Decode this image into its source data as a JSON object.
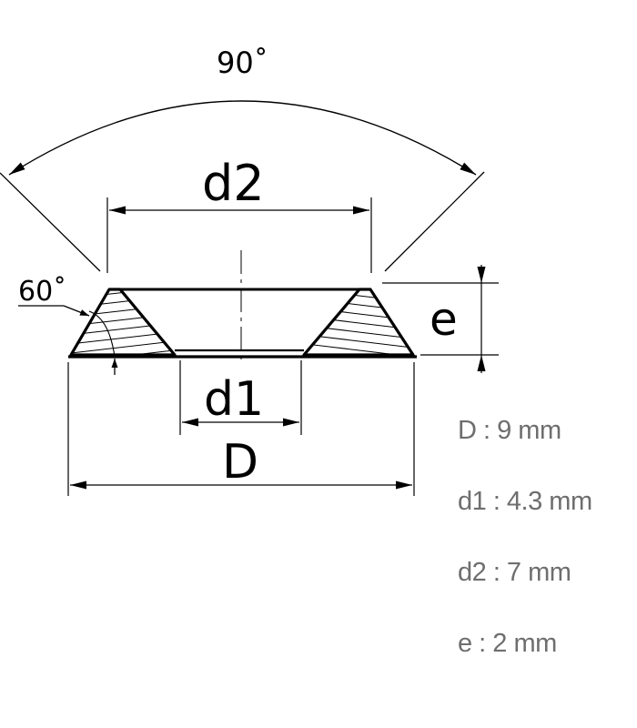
{
  "diagram": {
    "title": "Countersunk washer dimension drawing",
    "labels": {
      "angle_top": "90˚",
      "angle_side": "60˚",
      "d2": "d2",
      "d1": "d1",
      "D": "D",
      "e": "e"
    }
  },
  "specs": [
    {
      "name": "D",
      "value": "9 mm",
      "text": "D : 9 mm"
    },
    {
      "name": "d1",
      "value": "4.3 mm",
      "text": "d1 : 4.3 mm"
    },
    {
      "name": "d2",
      "value": "7 mm",
      "text": "d2 : 7 mm"
    },
    {
      "name": "e",
      "value": "2 mm",
      "text": "e : 2 mm"
    }
  ],
  "colors": {
    "line": "#000000",
    "spec_text": "#6e6e6e",
    "background": "#ffffff"
  }
}
